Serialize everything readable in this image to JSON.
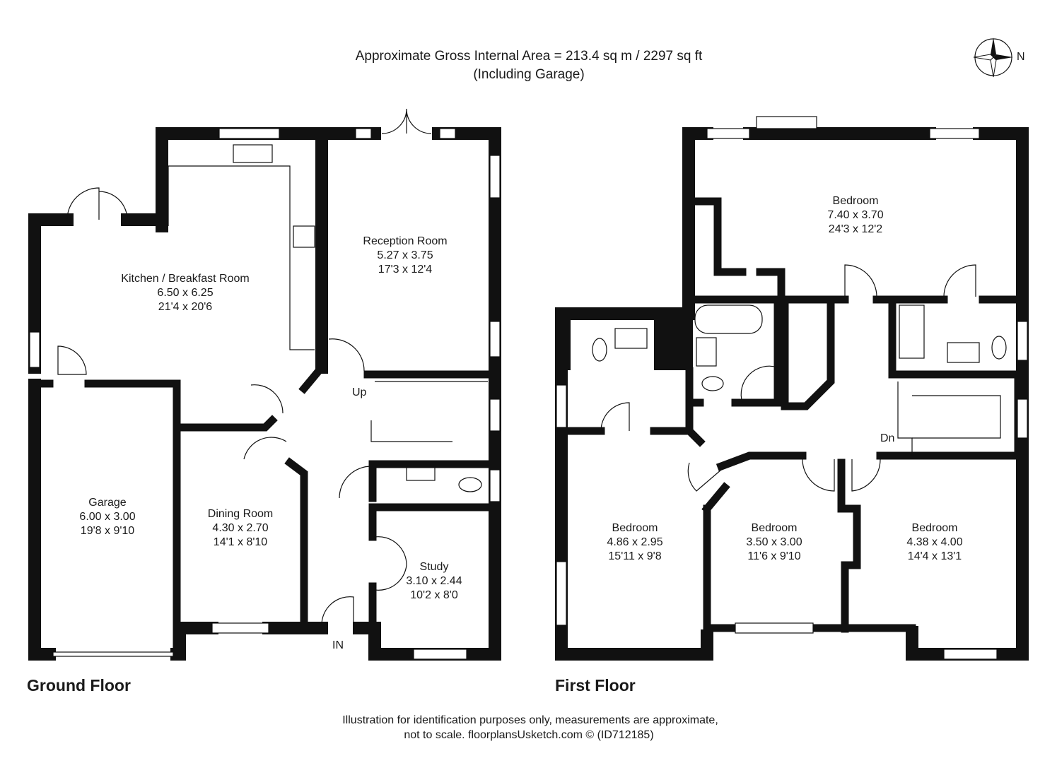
{
  "header": {
    "area_line": "Approximate Gross Internal Area = 213.4 sq m / 2297 sq ft",
    "including_line": "(Including Garage)",
    "compass_label": "N"
  },
  "ground_floor": {
    "title": "Ground  Floor",
    "rooms": [
      {
        "name": "Kitchen / Breakfast Room",
        "metric": "6.50 x 6.25",
        "imperial": "21'4 x 20'6"
      },
      {
        "name": "Reception Room",
        "metric": "5.27 x 3.75",
        "imperial": "17'3 x 12'4"
      },
      {
        "name": "Garage",
        "metric": "6.00 x 3.00",
        "imperial": "19'8 x 9'10"
      },
      {
        "name": "Dining Room",
        "metric": "4.30 x 2.70",
        "imperial": "14'1 x 8'10"
      },
      {
        "name": "Study",
        "metric": "3.10 x 2.44",
        "imperial": "10'2 x 8'0"
      }
    ],
    "stairs_label": "Up",
    "entrance_label": "IN"
  },
  "first_floor": {
    "title": "First Floor",
    "rooms": [
      {
        "name": "Bedroom",
        "metric": "7.40 x 3.70",
        "imperial": "24'3 x 12'2"
      },
      {
        "name": "Bedroom",
        "metric": "4.86 x 2.95",
        "imperial": "15'11 x 9'8"
      },
      {
        "name": "Bedroom",
        "metric": "3.50 x 3.00",
        "imperial": "11'6 x 9'10"
      },
      {
        "name": "Bedroom",
        "metric": "4.38 x 4.00",
        "imperial": "14'4 x 13'1"
      }
    ],
    "stairs_label": "Dn"
  },
  "footer": {
    "line1": "Illustration for identification purposes only, measurements are approximate,",
    "line2": "not to scale. floorplansUsketch.com © (ID712185)"
  }
}
